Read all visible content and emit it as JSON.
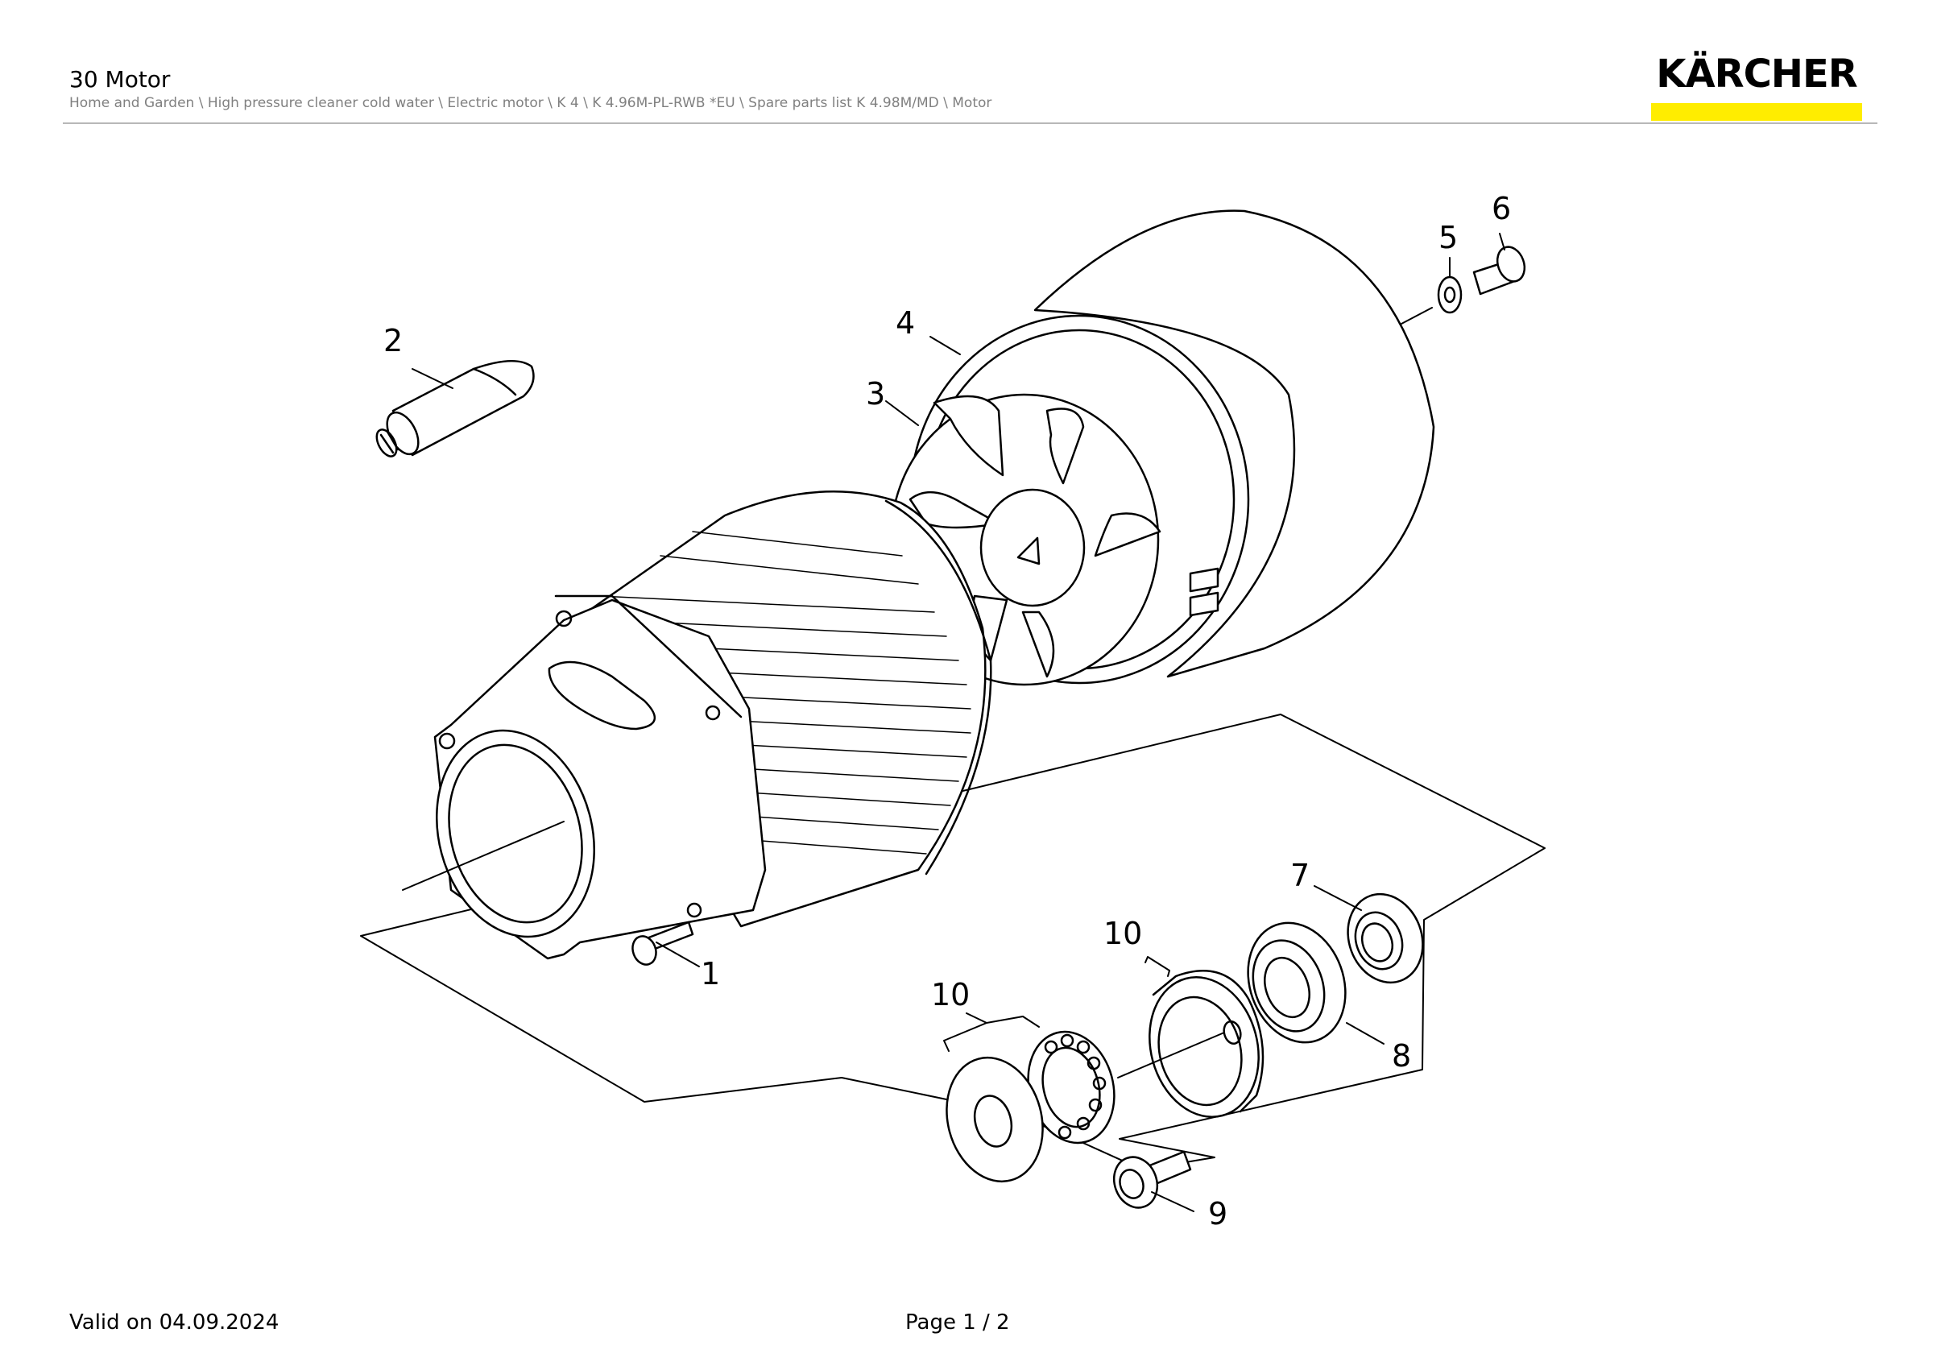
{
  "header": {
    "title": "30 Motor",
    "breadcrumb": "Home and Garden \\ High pressure cleaner cold water \\ Electric motor \\ K 4 \\ K 4.96M-PL-RWB *EU \\ Spare parts list K 4.98M/MD \\ Motor",
    "logo_text": "KÄRCHER",
    "logo_accent": "#ffed00"
  },
  "diagram": {
    "callouts": {
      "c1": "1",
      "c2": "2",
      "c3": "3",
      "c4": "4",
      "c5": "5",
      "c6": "6",
      "c7": "7",
      "c8": "8",
      "c9": "9",
      "c10a": "10",
      "c10b": "10"
    }
  },
  "footer": {
    "valid": "Valid on 04.09.2024",
    "page": "Page 1 / 2"
  }
}
